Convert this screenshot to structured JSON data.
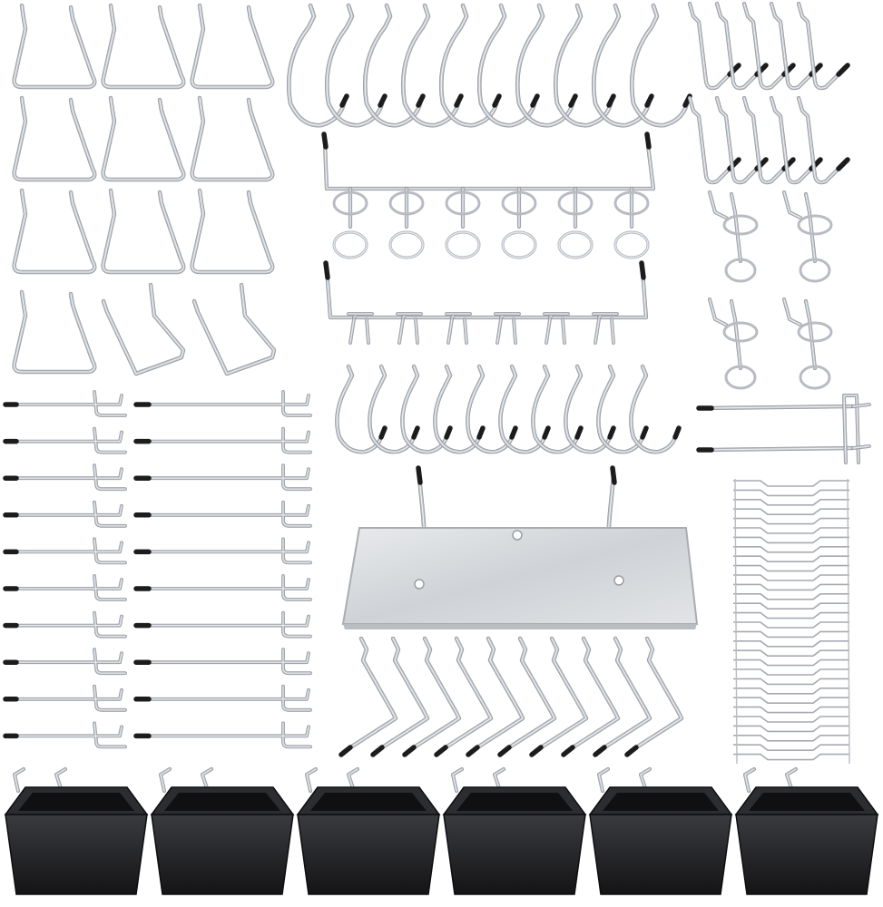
{
  "scene": {
    "kind": "product-photo",
    "background_color": "#ffffff",
    "metal_color": "#b8bcc2",
    "metal_highlight": "#eef0f2",
    "tip_color": "#1c1c1c",
    "bin_color": "#1e1f21",
    "bin_rim_color": "#2c2d30",
    "plate_color": "#d9dcdf"
  },
  "groups": [
    {
      "id": "loop-hooks",
      "icon": "loop-hook-icon",
      "count": 11
    },
    {
      "id": "angled-loop-hooks",
      "icon": "angled-loop-hook-icon",
      "count": 2
    },
    {
      "id": "j-hooks-large",
      "icon": "j-hook-icon",
      "count": 10
    },
    {
      "id": "l-hooks-small",
      "icon": "l-hook-icon",
      "count": 10
    },
    {
      "id": "ring-hook-rack",
      "icon": "ring-rack-icon",
      "count": 1
    },
    {
      "id": "multi-prong-rack",
      "icon": "multi-prong-rack-icon",
      "count": 1
    },
    {
      "id": "ring-hooks-small",
      "icon": "ring-hook-icon",
      "count": 4
    },
    {
      "id": "j-hooks-medium",
      "icon": "j-hook-icon",
      "count": 10
    },
    {
      "id": "double-prong-hook",
      "icon": "double-prong-hook-icon",
      "count": 1
    },
    {
      "id": "straight-hooks",
      "icon": "straight-hook-icon",
      "count": 20
    },
    {
      "id": "shelf-plate",
      "icon": "shelf-plate-icon",
      "count": 1
    },
    {
      "id": "zigzag-hooks",
      "icon": "zigzag-hook-icon",
      "count": 10
    },
    {
      "id": "locking-clips",
      "icon": "locking-clip-icon",
      "count": 30
    },
    {
      "id": "storage-bins",
      "icon": "bin-icon",
      "count": 6
    }
  ]
}
